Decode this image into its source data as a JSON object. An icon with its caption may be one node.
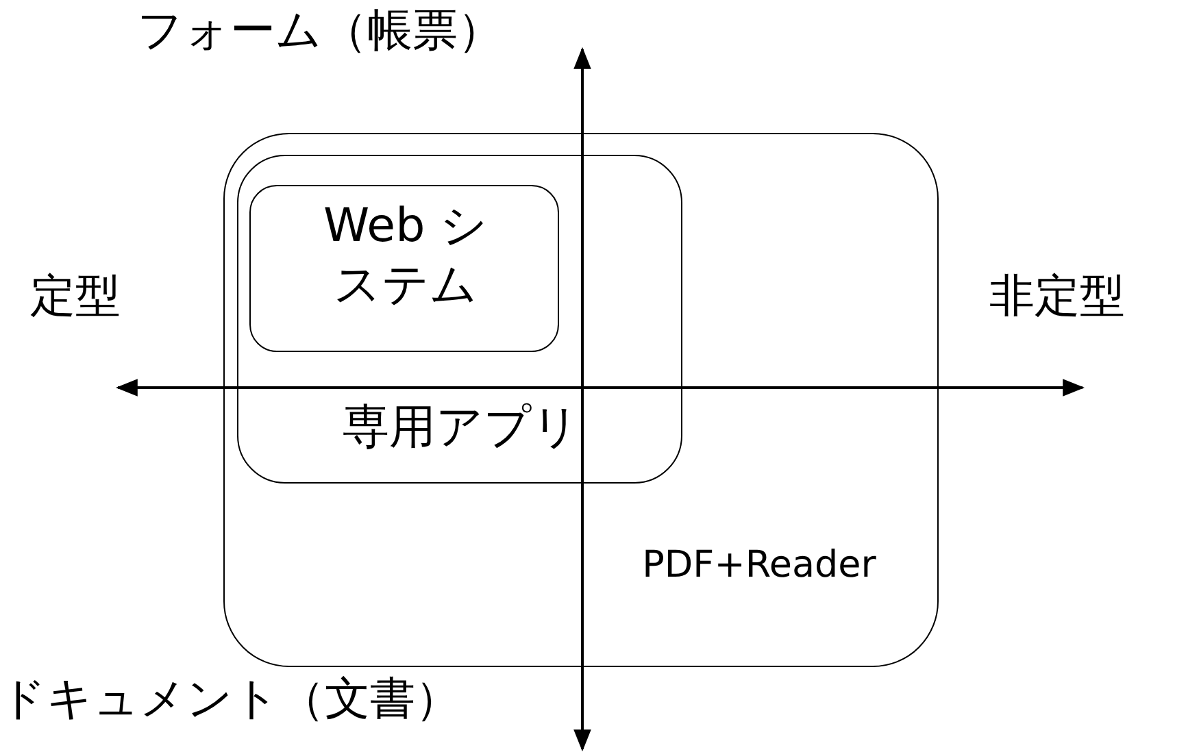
{
  "diagram": {
    "nodes": [
      {
        "text": [
          "PDF+Reader"
        ]
      },
      {
        "text": [
          "専用アプリ"
        ],
        "in": 0
      },
      {
        "text": [
          "Web システム"
        ],
        "in": 1
      }
    ],
    "labels": [
      "フォーム（帳票）",
      "定型",
      "非定型",
      "ドキュメント（文書）"
    ]
  }
}
